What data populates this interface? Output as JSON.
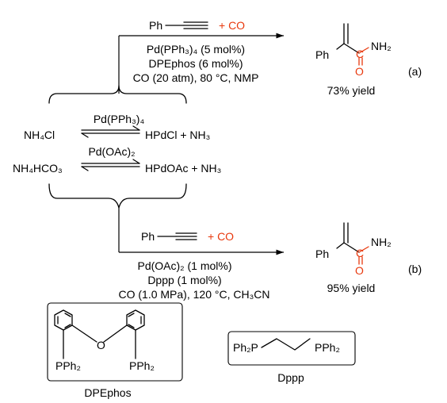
{
  "reaction_a": {
    "substrate": "Ph",
    "plus_co": "+ CO",
    "catalyst": "Pd(PPh₃)₄ (5 mol%)",
    "ligand": "DPEphos (6 mol%)",
    "conditions": "CO (20 atm), 80 °C, NMP",
    "product_ph": "Ph",
    "product_nh2": "NH₂",
    "product_c": "C",
    "product_o": "O",
    "yield": "73% yield",
    "label": "(a)"
  },
  "equilibria": {
    "row1_left": "NH₄Cl",
    "row1_reagent": "Pd(PPh₃)₄",
    "row1_right": "HPdCl + NH₃",
    "row2_left": "NH₄HCO₃",
    "row2_reagent": "Pd(OAc)₂",
    "row2_right": "HPdOAc + NH₃"
  },
  "reaction_b": {
    "substrate": "Ph",
    "plus_co": "+ CO",
    "catalyst": "Pd(OAc)₂ (1 mol%)",
    "ligand": "Dppp (1 mol%)",
    "conditions": "CO (1.0 MPa), 120 °C, CH₃CN",
    "product_ph": "Ph",
    "product_nh2": "NH₂",
    "product_c": "C",
    "product_o": "O",
    "yield": "95% yield",
    "label": "(b)"
  },
  "dpephos": {
    "o_atom": "O",
    "pph2_left": "PPh₂",
    "pph2_right": "PPh₂",
    "name": "DPEphos"
  },
  "dppp": {
    "ph2p": "Ph₂P",
    "pph2": "PPh₂",
    "name": "Dppp"
  }
}
